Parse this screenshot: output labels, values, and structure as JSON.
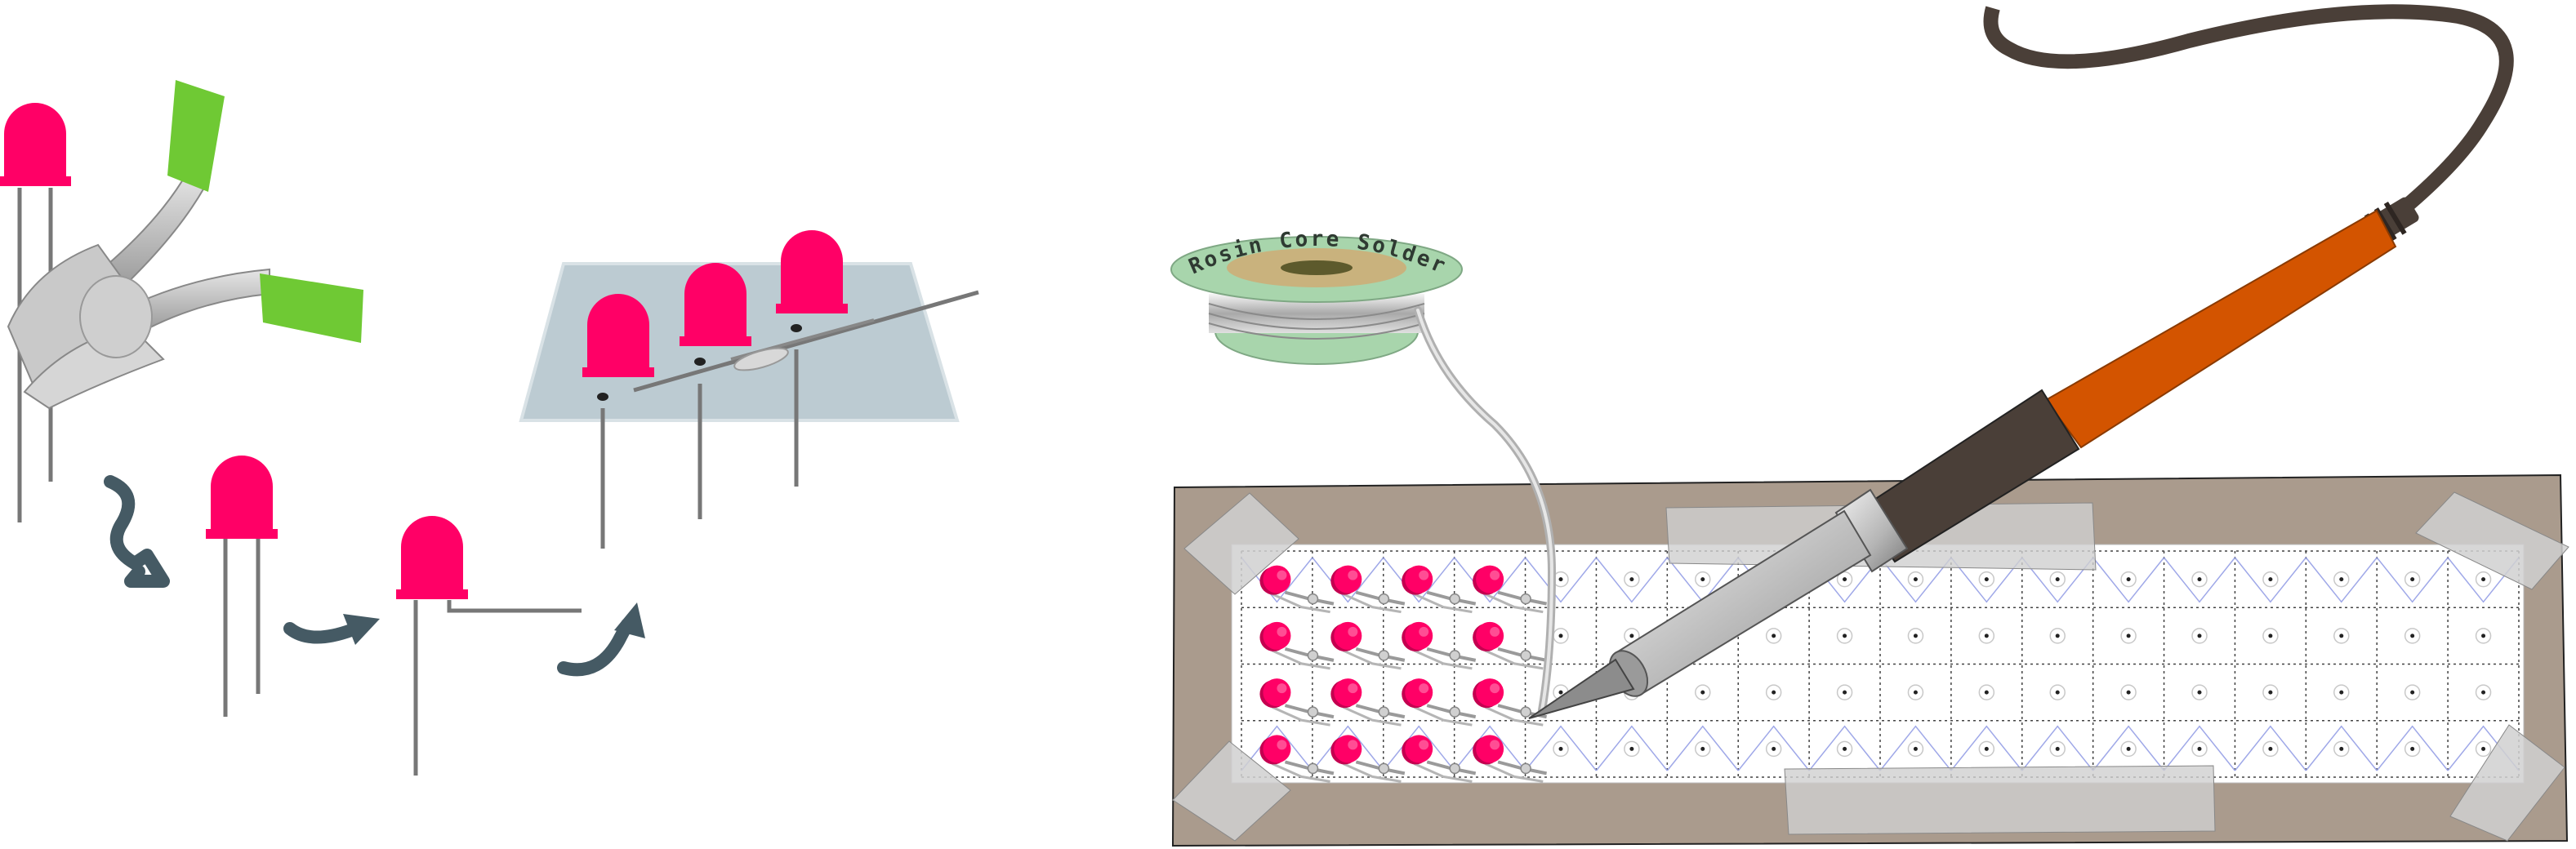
{
  "illustration": {
    "steps": [
      "led-with-cutters",
      "led-trimmed-leads",
      "led-bent-lead",
      "leds-on-board-soldered-chain"
    ],
    "solder_spool": {
      "label": "Rosin Core Solder"
    },
    "matrix": {
      "columns": 18,
      "rows": 4,
      "leds_placed_columns": 4
    },
    "colors": {
      "led": "#ff0066",
      "cutter_grip": "#6fc934",
      "arrow": "#455a64",
      "board": "#bccbd2",
      "tray": "#aa9b8d",
      "iron_handle": "#d35400",
      "iron_grip": "#4a3f38",
      "spool": "#a8d5ac"
    }
  }
}
